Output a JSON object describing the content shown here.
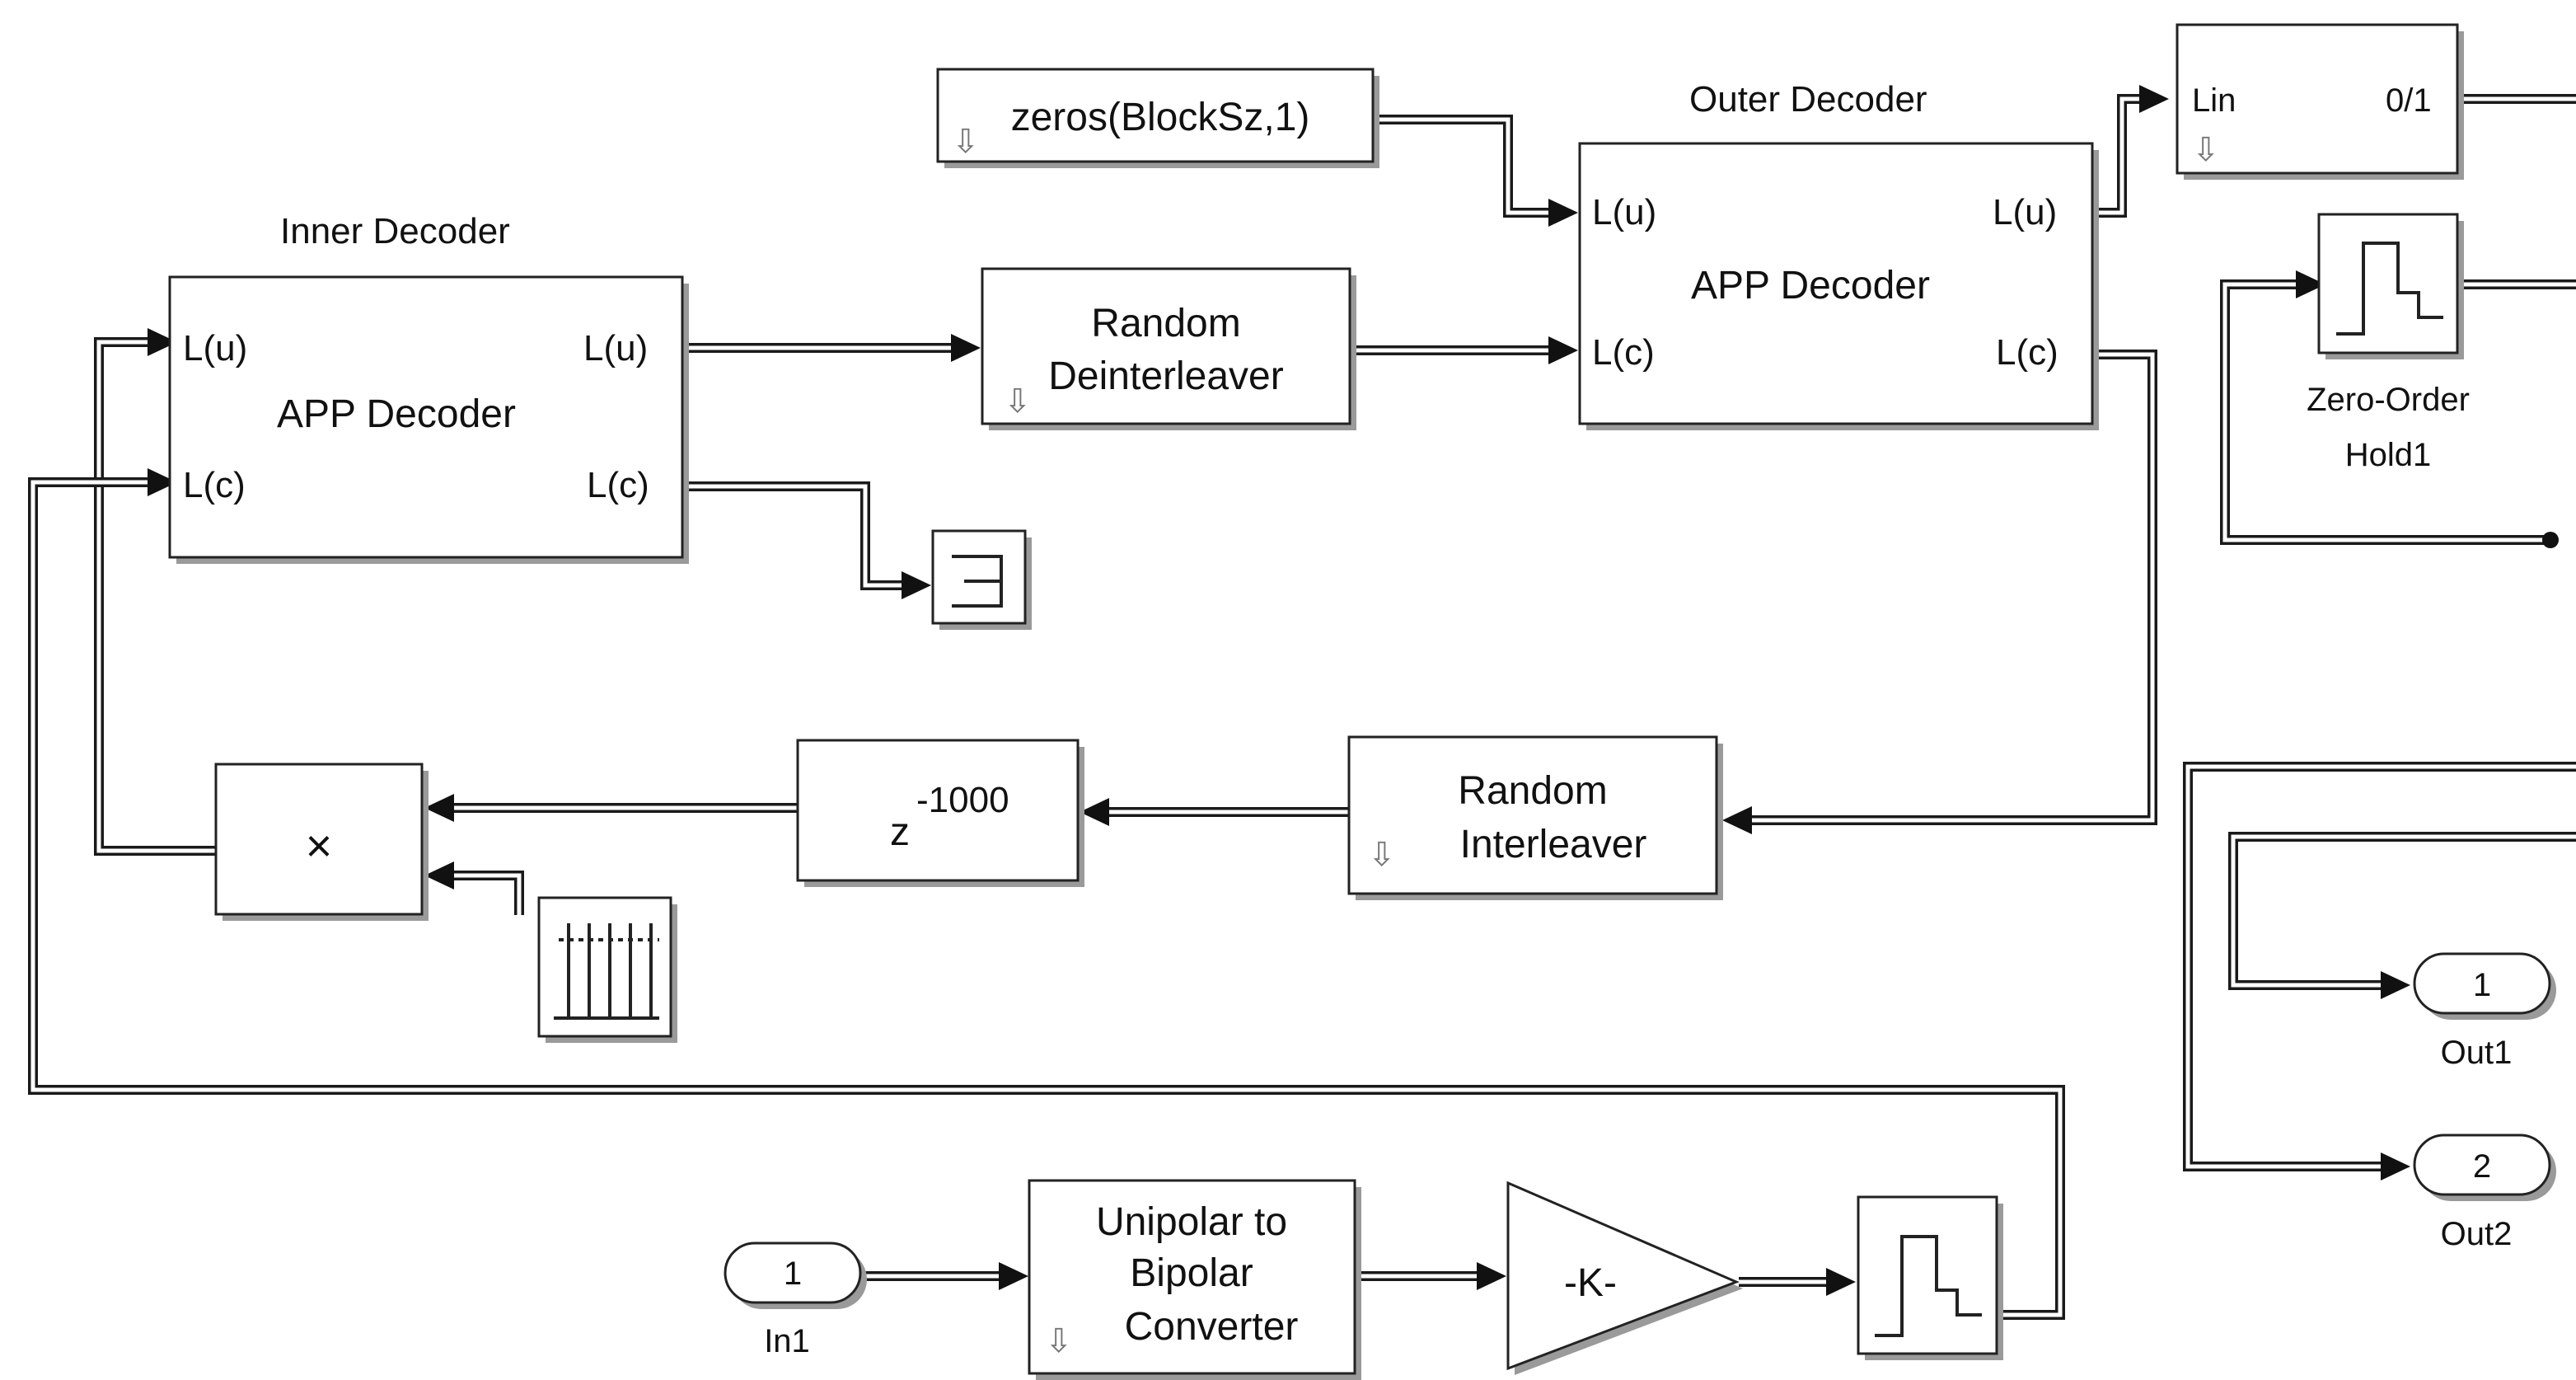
{
  "blocks": {
    "inner_decoder": {
      "title": "Inner Decoder",
      "name": "APP Decoder",
      "in_u": "L(u)",
      "in_c": "L(c)",
      "out_u": "L(u)",
      "out_c": "L(c)"
    },
    "outer_decoder": {
      "title": "Outer Decoder",
      "name": "APP Decoder",
      "in_u": "L(u)",
      "in_c": "L(c)",
      "out_u": "L(u)",
      "out_c": "L(c)"
    },
    "zeros_constant": {
      "text": "zeros(BlockSz,1)"
    },
    "random_deinterleaver": {
      "line1": "Random",
      "line2": "Deinterleaver"
    },
    "random_interleaver": {
      "line1": "Random",
      "line2": "Interleaver"
    },
    "hard_decision": {
      "in_label": "Lin",
      "out_label": "0/1"
    },
    "zero_order_hold1": {
      "line1": "Zero-Order",
      "line2": "Hold1"
    },
    "delay": {
      "base": "z",
      "exponent": "-1000"
    },
    "product": {
      "symbol": "×"
    },
    "gain": {
      "text": "-K-"
    },
    "unipolar_bipolar": {
      "line1": "Unipolar to",
      "line2": "Bipolar",
      "line3": "Converter"
    },
    "in1": {
      "number": "1",
      "name": "In1"
    },
    "out1": {
      "number": "1",
      "name": "Out1"
    },
    "out2": {
      "number": "2",
      "name": "Out2"
    }
  }
}
